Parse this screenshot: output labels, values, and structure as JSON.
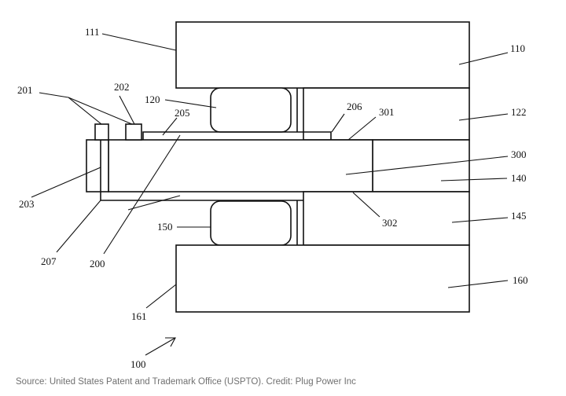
{
  "labels": {
    "l111": "111",
    "l110": "110",
    "l201": "201",
    "l202": "202",
    "l120": "120",
    "l205": "205",
    "l206": "206",
    "l301": "301",
    "l122": "122",
    "l300": "300",
    "l140": "140",
    "l203": "203",
    "l302": "302",
    "l145": "145",
    "l150": "150",
    "l207": "207",
    "l200": "200",
    "l160": "160",
    "l161": "161",
    "l100": "100"
  },
  "caption": "Source: United States Patent and Trademark Office (USPTO). Credit: Plug Power Inc"
}
